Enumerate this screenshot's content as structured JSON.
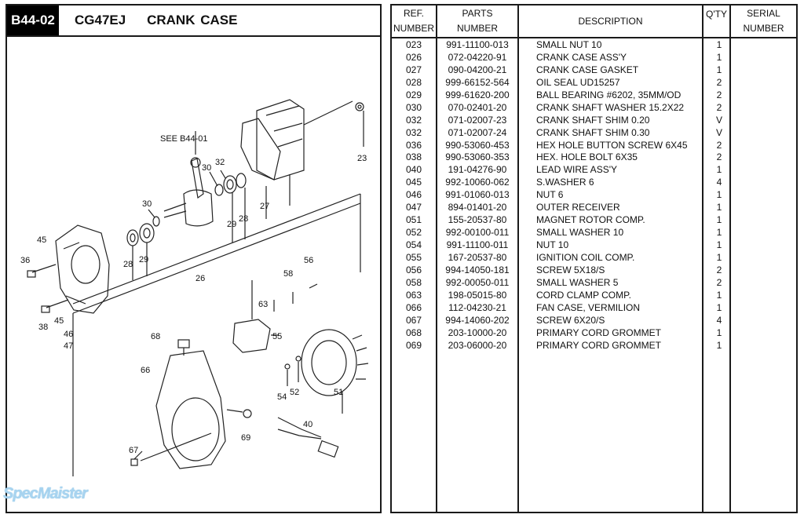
{
  "header": {
    "page_code": "B44-02",
    "title": "CG47EJ    CRANK CASE"
  },
  "diagram": {
    "reference_note": "SEE B44-01",
    "callouts": [
      "23",
      "30",
      "32",
      "27",
      "28",
      "29",
      "30",
      "45",
      "36",
      "28",
      "29",
      "26",
      "45",
      "38",
      "46",
      "47",
      "56",
      "58",
      "63",
      "55",
      "68",
      "66",
      "54",
      "52",
      "51",
      "40",
      "69",
      "67"
    ]
  },
  "watermark": "SpecMaister",
  "table": {
    "headers": {
      "ref": [
        "REF.",
        "NUMBER"
      ],
      "parts": [
        "PARTS",
        "NUMBER"
      ],
      "description": "DESCRIPTION",
      "qty": "Q'TY",
      "serial": [
        "SERIAL",
        "NUMBER"
      ]
    },
    "rows": [
      {
        "ref": "023",
        "part": "991-11100-013",
        "desc": "SMALL NUT 10",
        "qty": "1",
        "serial": ""
      },
      {
        "ref": "026",
        "part": "072-04220-91",
        "desc": "CRANK CASE ASS'Y",
        "qty": "1",
        "serial": ""
      },
      {
        "ref": "027",
        "part": "090-04200-21",
        "desc": "CRANK CASE GASKET",
        "qty": "1",
        "serial": ""
      },
      {
        "ref": "028",
        "part": "999-66152-564",
        "desc": "OIL SEAL UD15257",
        "qty": "2",
        "serial": ""
      },
      {
        "ref": "029",
        "part": "999-61620-200",
        "desc": "BALL BEARING #6202, 35MM/OD",
        "qty": "2",
        "serial": ""
      },
      {
        "ref": "030",
        "part": "070-02401-20",
        "desc": "CRANK SHAFT WASHER 15.2X22",
        "qty": "2",
        "serial": ""
      },
      {
        "ref": "032",
        "part": "071-02007-23",
        "desc": "CRANK SHAFT SHIM 0.20",
        "qty": "V",
        "serial": ""
      },
      {
        "ref": "032",
        "part": "071-02007-24",
        "desc": "CRANK SHAFT SHIM 0.30",
        "qty": "V",
        "serial": ""
      },
      {
        "ref": "036",
        "part": "990-53060-453",
        "desc": "HEX HOLE BUTTON SCREW 6X45",
        "qty": "2",
        "serial": ""
      },
      {
        "ref": "038",
        "part": "990-53060-353",
        "desc": "HEX. HOLE BOLT 6X35",
        "qty": "2",
        "serial": ""
      },
      {
        "ref": "040",
        "part": "191-04276-90",
        "desc": "LEAD WIRE ASS'Y",
        "qty": "1",
        "serial": ""
      },
      {
        "ref": "045",
        "part": "992-10060-062",
        "desc": "S.WASHER 6",
        "qty": "4",
        "serial": ""
      },
      {
        "ref": "046",
        "part": "991-01060-013",
        "desc": "NUT 6",
        "qty": "1",
        "serial": ""
      },
      {
        "ref": "047",
        "part": "894-01401-20",
        "desc": "OUTER RECEIVER",
        "qty": "1",
        "serial": ""
      },
      {
        "ref": "051",
        "part": "155-20537-80",
        "desc": "MAGNET ROTOR COMP.",
        "qty": "1",
        "serial": ""
      },
      {
        "ref": "052",
        "part": "992-00100-011",
        "desc": "SMALL WASHER 10",
        "qty": "1",
        "serial": ""
      },
      {
        "ref": "054",
        "part": "991-11100-011",
        "desc": "NUT 10",
        "qty": "1",
        "serial": ""
      },
      {
        "ref": "055",
        "part": "167-20537-80",
        "desc": "IGNITION COIL COMP.",
        "qty": "1",
        "serial": ""
      },
      {
        "ref": "056",
        "part": "994-14050-181",
        "desc": "SCREW 5X18/S",
        "qty": "2",
        "serial": ""
      },
      {
        "ref": "058",
        "part": "992-00050-011",
        "desc": "SMALL WASHER 5",
        "qty": "2",
        "serial": ""
      },
      {
        "ref": "063",
        "part": "198-05015-80",
        "desc": "CORD CLAMP COMP.",
        "qty": "1",
        "serial": ""
      },
      {
        "ref": "066",
        "part": "112-04230-21",
        "desc": "FAN CASE, VERMILION",
        "qty": "1",
        "serial": ""
      },
      {
        "ref": "067",
        "part": "994-14060-202",
        "desc": "SCREW 6X20/S",
        "qty": "4",
        "serial": ""
      },
      {
        "ref": "068",
        "part": "203-10000-20",
        "desc": "PRIMARY CORD GROMMET",
        "qty": "1",
        "serial": ""
      },
      {
        "ref": "069",
        "part": "203-06000-20",
        "desc": "PRIMARY CORD GROMMET",
        "qty": "1",
        "serial": ""
      }
    ]
  }
}
